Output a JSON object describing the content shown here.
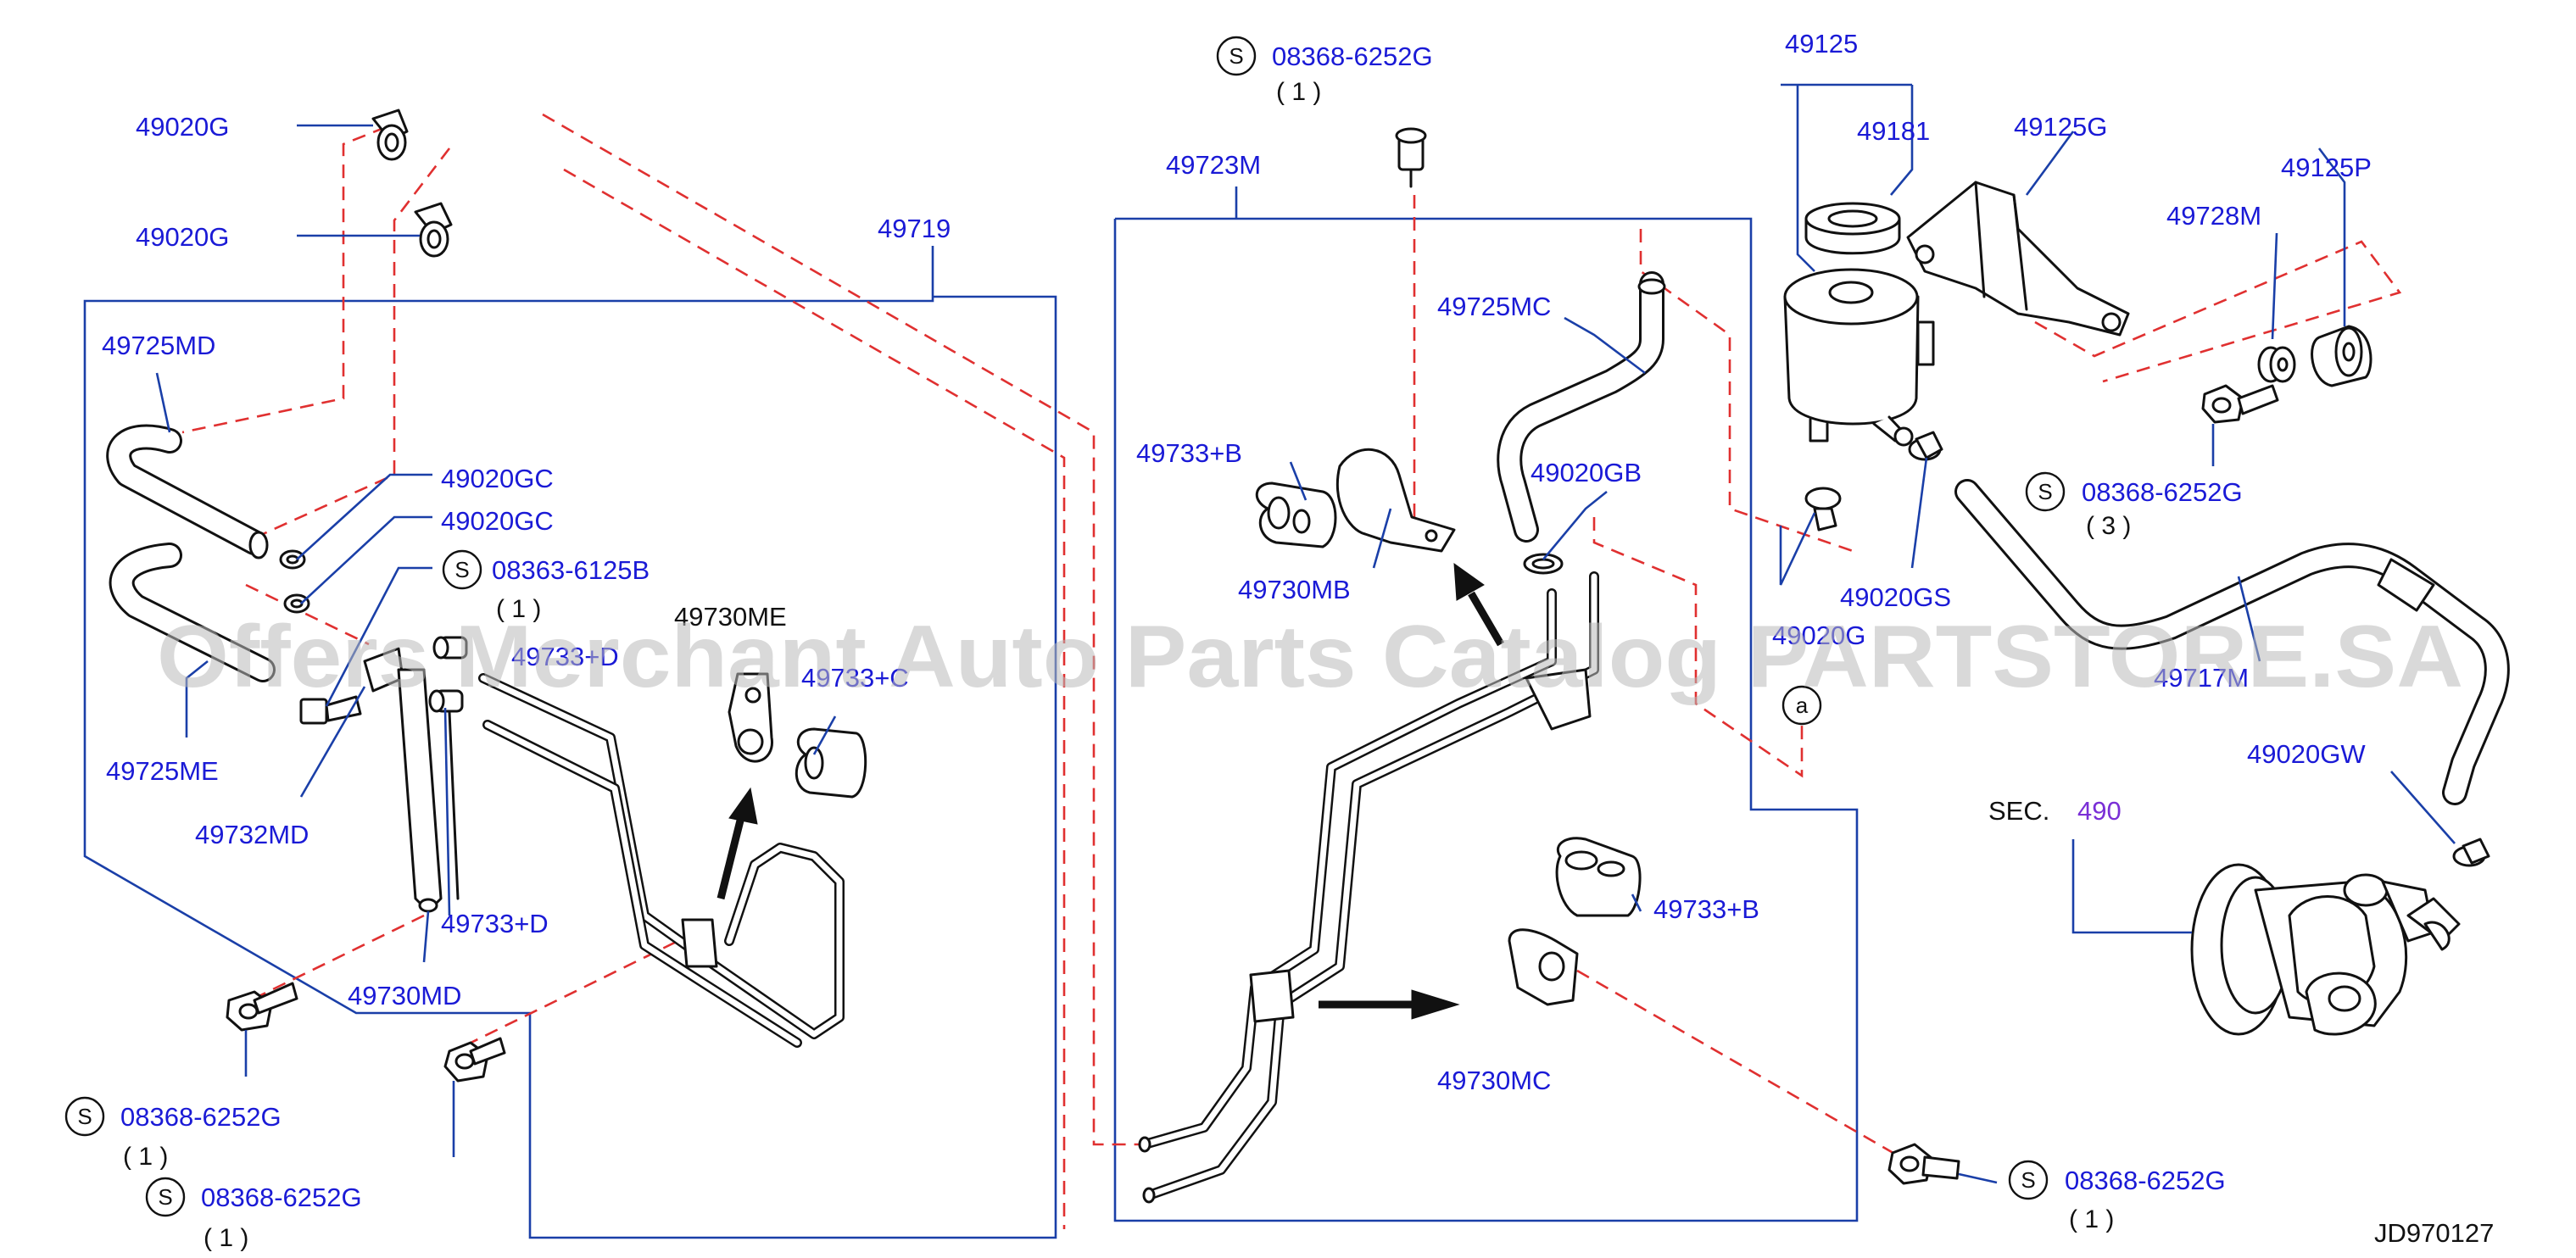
{
  "diagram_code": "JD970127",
  "watermark": "Offers Merchant Auto Parts Catalog PARTSTORE.SA",
  "s_mark": "S",
  "section_ref": {
    "prefix": "SEC.",
    "number": "490"
  },
  "labels": {
    "p49020g_top": "49020G",
    "p49020g_2": "49020G",
    "p49719": "49719",
    "p49725md": "49725MD",
    "p49020gc_1": "49020GC",
    "p49020gc_2": "49020GC",
    "p08363_6125b": "08363-6125B",
    "q_08363": "( 1 )",
    "p49730me": "49730ME",
    "p49733_d_top": "49733+D",
    "p49733_c": "49733+C",
    "p49725me": "49725ME",
    "p49732md": "49732MD",
    "p49733_d": "49733+D",
    "p49730md": "49730MD",
    "p08368_left1": "08368-6252G",
    "q_left1": "( 1 )",
    "p08368_left2": "08368-6252G",
    "q_left2": "( 1 )",
    "p08368_top": "08368-6252G",
    "q_top": "( 1 )",
    "p49723m": "49723M",
    "p49733_b_top": "49733+B",
    "p49730mb": "49730MB",
    "p49725mc": "49725MC",
    "p49020gb": "49020GB",
    "p49733_b": "49733+B",
    "p49730mc": "49730MC",
    "p08368_bottom": "08368-6252G",
    "q_bottom": "( 1 )",
    "p49125": "49125",
    "p49181": "49181",
    "p49125g": "49125G",
    "p49125p": "49125P",
    "p49728m": "49728M",
    "p08368_right": "08368-6252G",
    "q_right": "( 3 )",
    "p49020gs": "49020GS",
    "p49020g_mid": "49020G",
    "ref_a": "a",
    "p49717m": "49717M",
    "p49020gw": "49020GW"
  }
}
